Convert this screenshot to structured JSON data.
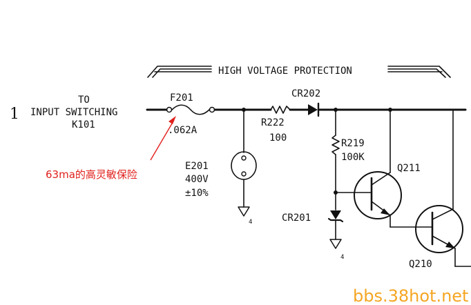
{
  "section_title": "HIGH VOLTAGE PROTECTION",
  "input": {
    "pin_number": "1",
    "line1": "TO",
    "line2": "INPUT SWITCHING",
    "line3": "K101"
  },
  "fuse": {
    "ref": "F201",
    "value": ".062A"
  },
  "annotation": {
    "text": "63ma的高灵敏保险",
    "color": "#e0201c"
  },
  "resistor_r222": {
    "ref": "R222",
    "value": "100"
  },
  "diode_cr202": {
    "ref": "CR202"
  },
  "resistor_r219": {
    "ref": "R219",
    "value": "100K"
  },
  "capacitor_e201": {
    "ref": "E201",
    "voltage": "400V",
    "tolerance": "±10%"
  },
  "zener_cr201": {
    "ref": "CR201"
  },
  "transistor_q211": {
    "ref": "Q211"
  },
  "transistor_q210": {
    "ref": "Q210"
  },
  "ground_label": "4",
  "watermark": {
    "text": "bbs.38hot.net",
    "color": "#f5a623"
  }
}
